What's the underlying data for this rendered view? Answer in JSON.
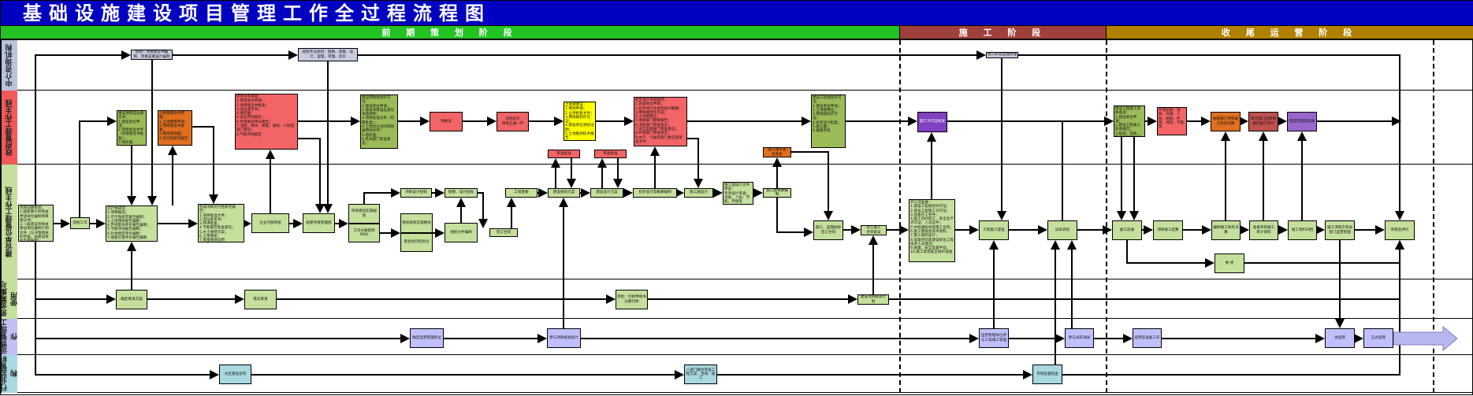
{
  "title": "基础设施建设项目管理工作全过程流程图",
  "phases": [
    "前 期 策 划 阶 段",
    "施 工 阶 段",
    "收 尾 运 营 阶 段"
  ],
  "lanes": [
    "中介咨询机构",
    "政府管理工作主线",
    "建设单位管理工作主线",
    "资金筹集与使用",
    "运营管理工作",
    "行业监管机构"
  ],
  "colors": {
    "title_bar": "#0000c0",
    "phase_planning": "#22c322",
    "phase_construction": "#a0403c",
    "phase_closing": "#b08000"
  },
  "nodes": {
    "n1": "招标：项目建议书编制、项目前期设计编制",
    "n2": "招标专业顾问：勘察、测量、设计、监理、审图、造价",
    "n3": "施工阶段监理管理",
    "g1": "建设项目选址意见书：\n1.建设单位申请；\n2.项目批准文件（项目建议书批复）；\n3.地形图。",
    "g2": "土地预审文件审批：\n1.土地使用申请；\n2.项目建议书批复；\n3.用地范围图；\n4.可行性研究报告",
    "g3": "环评文件审批：\n1.建设单位申请；\n2.项目建议书批复；\n3.选址意见书；\n4.地形图；\n5.安全评价报告；\n6.环境影响评价报告；\n7.消防、供水、供电、通讯、人防等部门意见；\n8.节能评估报告",
    "g4": "建设用地规划许可证：\n1.建设单位申请；\n2.建设项目选址意见书及附件；\n3.项目批准文件（可研批复）；\n4.土地出让合同或划拨用地文件；\n5.地形图；\n6.有关部门审查意见。",
    "g5": "地规证",
    "g6": "征地拆迁\n场地五通一平",
    "g7": "土地使用证：\n1.用地申请；\n2.立项批复文件；\n3.用地规划许可证；\n4.建设单位测绘证明；\n5.土地勘测技术报告",
    "g8": "初步设计审批程序：\n1.建设单位申请；\n2.初步设计文本及设计概算；\n3.用地规划许可证；\n4.土地使用证；\n5.地质部门勘察报告；\n6.消防部门审查意见；\n7.安全监督部门审查意见；\n8.环保部门审查意见；\n9.水产、气候等部门意见及审查文件",
    "g9": "建设工程规划许可证：\n1.建设单位申请；\n2.土地使用证；\n3.用地规划许可证；\n4.初步设计批复；\n5.施工图；\n6.报建手续",
    "g10": "施工许可证核发",
    "g11": "审查批准",
    "g12": "审查批准",
    "g13": "施工图审查\n及备案",
    "g14": "建设工程竣工验收备案：\n1.建设单位申请；\n2.建设工程竣工验收报告；\n3.规划、消防、环保等部门认可文件",
    "g15": "专项验收：消防、交通、人防、规划、环保、绿化、节能等",
    "g16": "财政部门评审竣工财务决算",
    "g17": "审计部门对项目进行竣工审计",
    "g18": "档案馆档案验收",
    "m1": "项目前期策划：\n1.国家重大项目由申请单位编制项目建议书；\n2.一般建设项目由建设单位编制计划文件（与决策相关的内容，由建设单位负责编制）",
    "m2": "测绘工作",
    "m3": "可行性研究：\n1.项目概况；\n2.可行性研究报告编制；\n3.土地预审报告编制；\n4.环境影响评价报告编制；\n5.节能评估报告编制；\n6.社会稳定评价编制；\n7.地质灾害评价报告编制",
    "m4": "完成项目可行性研究报告：\n1.项目批准文件；\n2.选址意见书；\n3.环评批复；\n4.节能报告批复意见；\n5.水土保持方案；\n6.土地预审；\n7.资金来源证明",
    "m5": "企业内部审核",
    "m6": "组建项目管理部",
    "m7a": "项目建设实施规划",
    "m7b": "工作分解结构\nWBS",
    "m8a": "策划采购实施模式",
    "m8b": "策划合同包划分",
    "m9": "招标文件编制",
    "m10": "项目设计招标",
    "m11": "勘察、设计招标",
    "m12": "签订合同",
    "m13": "工程勘察",
    "m14": "建设规划方案",
    "m15": "建设设计方案",
    "m16": "初步设计及概算编制",
    "m17": "施工图设计",
    "m18": "施工图设计文件审查：\n专项设计审查：消防、人防、节能、环保等",
    "m19": "施工图预算编制",
    "m20": "施工、监理招标\n签订合同",
    "m21": "签订施工\n合同备案",
    "m22": "开工前准备：\n1.建设工程规划许可证；\n2.建设工程施工许可证；\n3.具备开工条件；\n4.施工合同签订，安全生产许可证、人员证件；\n5.中标通知书及施工合同；\n6.施工图纸及技术资料；\n7.施工组织设计；\n8.监理合同及建设单位工程技术人员情况；\n9.质量、安全监督手续；\n10.施工现场安全防护设施",
    "m23": "工程施工建设",
    "m24": "试车调试",
    "m25": "竣工验收",
    "m26": "项目竣工结算",
    "m27": "编制竣工财务决算",
    "m28": "准备项目竣工\n审计资料",
    "m29": "竣工资料归档",
    "m30": "竣工项目交有关部门运营管理",
    "m31": "项目后评价",
    "m32": "保 修",
    "f1": "确定筹资方案",
    "f2": "落实筹资",
    "f3": "审批：付款申请书\n分期付款",
    "f4": "建设项目投资计划",
    "o1": "确定运营管理单位",
    "o2": "参与项目规划设计",
    "o3": "运营管理单位参与工程竣工管理",
    "o4": "参与试车调试",
    "o5": "运营前准备工作",
    "o6": "试运营",
    "o7": "正式运营",
    "s1": "大区建设合同",
    "s2": "八部门联合审查工程方案、合同、施工",
    "s3": "市场监督检查"
  }
}
